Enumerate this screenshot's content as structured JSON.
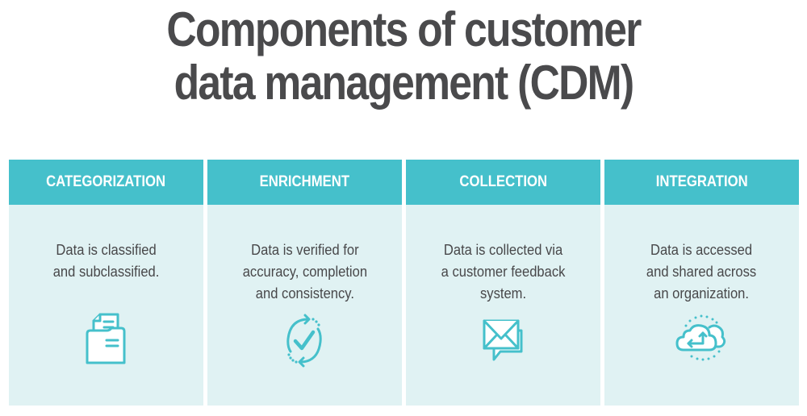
{
  "title": {
    "line1": "Components of customer",
    "line2": "data management (CDM)"
  },
  "colors": {
    "title_text": "#4a4a4c",
    "header_bg": "#45c0cb",
    "header_text": "#ffffff",
    "panel_bg": "#e0f2f3",
    "body_text": "#48484a",
    "icon_stroke": "#45c0cb"
  },
  "panels": [
    {
      "heading": "CATEGORIZATION",
      "description": "Data is classified\nand subclassified.",
      "icon": "file-folder-icon"
    },
    {
      "heading": "ENRICHMENT",
      "description": "Data is verified for\naccuracy, completion\nand consistency.",
      "icon": "refresh-check-icon"
    },
    {
      "heading": "COLLECTION",
      "description": "Data is collected via\na customer feedback\nsystem.",
      "icon": "envelope-chat-icon"
    },
    {
      "heading": "INTEGRATION",
      "description": "Data is accessed\nand shared across\nan organization.",
      "icon": "cloud-sync-icon"
    }
  ]
}
